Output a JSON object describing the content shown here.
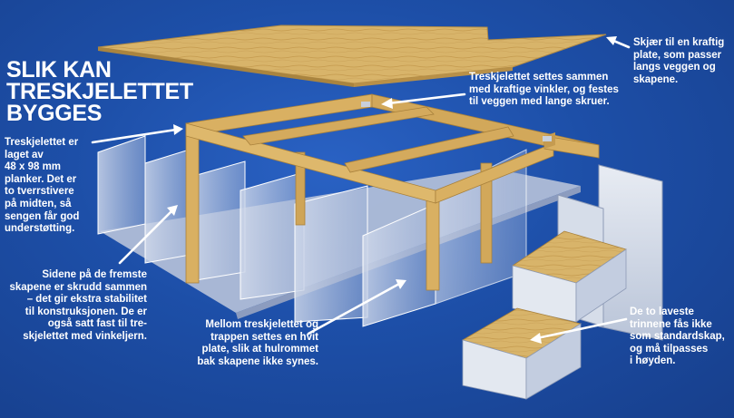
{
  "title": "SLIK KAN\nTRESKJELETTET\nBYGGES",
  "annotations": {
    "plate": "Skjær til en kraftig\nplate, som passer\nlangs veggen og\nskapene.",
    "frame_join": "Treskjelettet settes sammen\nmed kraftige vinkler, og festes\ntil veggen med lange skruer.",
    "planks": "Treskjelettet er\nlaget av\n48 x 98 mm\nplanker. Det er\nto tverrstivere\npå midten, så\nsengen får god\nunderstøtting.",
    "cabinet_sides": "Sidene på de fremste\nskapene er skrudd sammen\n– det gir ekstra stabilitet\ntil konstruksjonen. De er\nogså satt fast til tre-\nskjelettet med vinkeljern.",
    "white_plate": "Mellom treskjelettet og\ntrappen settes en hvit\nplate, slik at hulrommet\nbak skapene ikke synes.",
    "lowest_steps": "De to laveste\ntrinnene fås ikke\nsom standardskap,\nog må tilpasses\ni høyden."
  },
  "colors": {
    "background": "#1d4fa8",
    "wood": "#d9b062",
    "panel": "#dfe6f0",
    "text": "#ffffff"
  }
}
